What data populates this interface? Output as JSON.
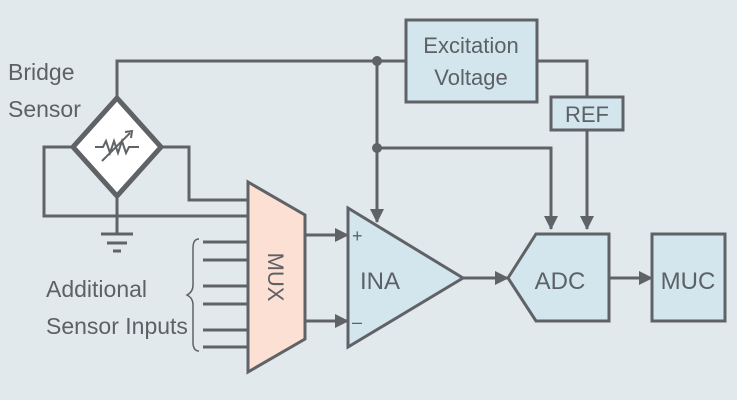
{
  "diagram": {
    "labels": {
      "bridge_sensor_line1": "Bridge",
      "bridge_sensor_line2": "Sensor",
      "additional_line1": "Additional",
      "additional_line2": "Sensor Inputs",
      "excitation_line1": "Excitation",
      "excitation_line2": "Voltage",
      "ref": "REF",
      "mux": "MUX",
      "ina": "INA",
      "ina_plus": "+",
      "ina_minus": "–",
      "adc": "ADC",
      "muc": "MUC"
    },
    "colors": {
      "background": "#e2e9ec",
      "stroke": "#5f6266",
      "block_fill": "#d3e6ee",
      "mux_fill": "#fbe0d3",
      "sensor_fill": "#ffffff",
      "text": "#5d6166"
    }
  }
}
